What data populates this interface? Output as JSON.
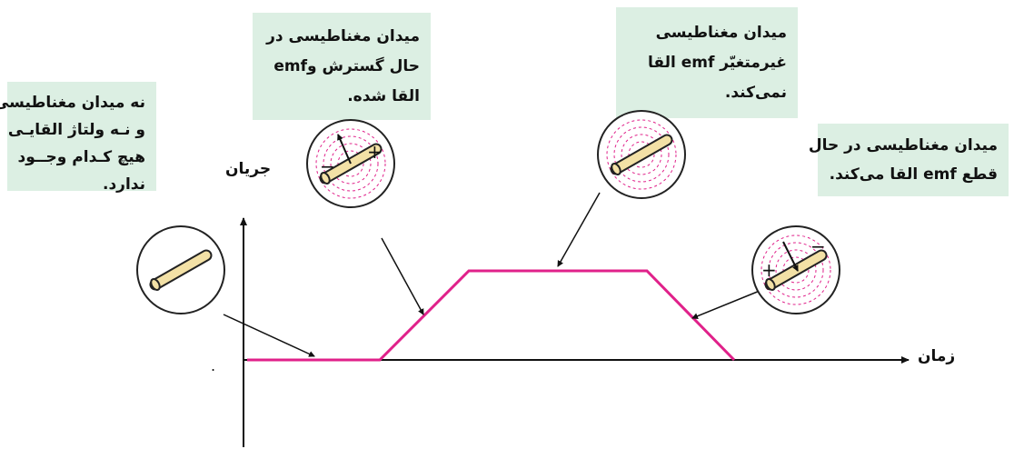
{
  "notes": {
    "no_field": {
      "lines": [
        "نه میدان مغناطیسی",
        "و نـه ولتاژ القایـی",
        "هیچ کـدام وجــود",
        "ندارد."
      ]
    },
    "expanding": {
      "lines": [
        "میدان مغناطیسی در",
        "حال گسترش وemf",
        "القا شده."
      ]
    },
    "steady": {
      "lines": [
        "میدان   مغناطیسی",
        "غیرمتغیّر emf القا",
        "نمی‌کند."
      ]
    },
    "collapsing": {
      "lines": [
        "میدان مغناطیسی در حال",
        "قطع emf القا می‌کند."
      ]
    }
  },
  "axes": {
    "y_label": "جریان",
    "x_label": "زمان",
    "dot": "."
  },
  "signs": {
    "expanding_plus": "+",
    "expanding_minus": "−",
    "collapsing_plus": "+",
    "collapsing_minus": "−"
  },
  "colors": {
    "curve": "#e0218a",
    "note_bg": "#dcefe3",
    "field_lines": "#e0218a",
    "conductor_fill": "#f3e1a6"
  }
}
